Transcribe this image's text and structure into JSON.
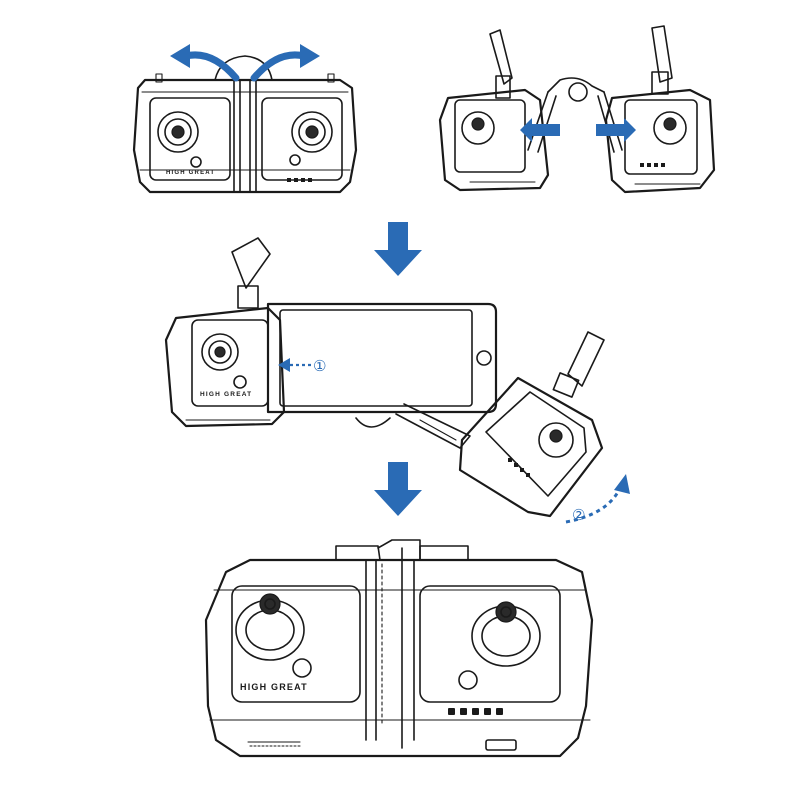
{
  "brand_text": "HIGH GREAT",
  "step_one_marker": "①",
  "step_two_marker": "②",
  "colors": {
    "accent_blue": "#2a6bb5",
    "line_black": "#1a1a1a",
    "background": "#ffffff"
  },
  "icons": {
    "down_arrow": "arrow-down-icon",
    "spread_arrow": "curved-arrow-icon",
    "slide_arrow": "double-arrow-icon"
  }
}
